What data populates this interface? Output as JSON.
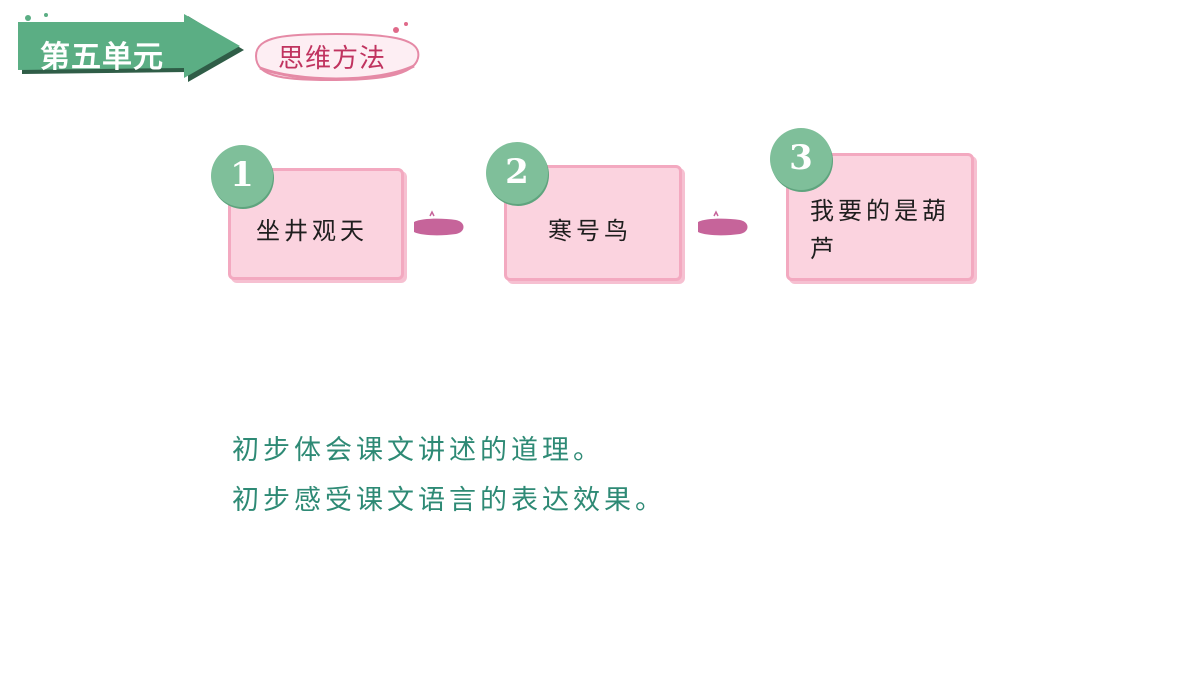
{
  "header": {
    "unit_label": "第五单元",
    "section_label": "思维方法"
  },
  "steps": [
    {
      "number": "1",
      "text": "坐井观天"
    },
    {
      "number": "2",
      "text": "寒号鸟"
    },
    {
      "number": "3",
      "text": "我要的是葫芦"
    }
  ],
  "goals": [
    "初步体会课文讲述的道理。",
    "初步感受课文语言的表达效果。"
  ],
  "colors": {
    "unit_green": "#5bae84",
    "card_pink": "#fbd3df",
    "card_border": "#f3a9c0",
    "badge_green": "#7fbf9a",
    "connector_purple": "#c6649a",
    "goal_text": "#2e8a75",
    "section_text": "#c0335f"
  }
}
